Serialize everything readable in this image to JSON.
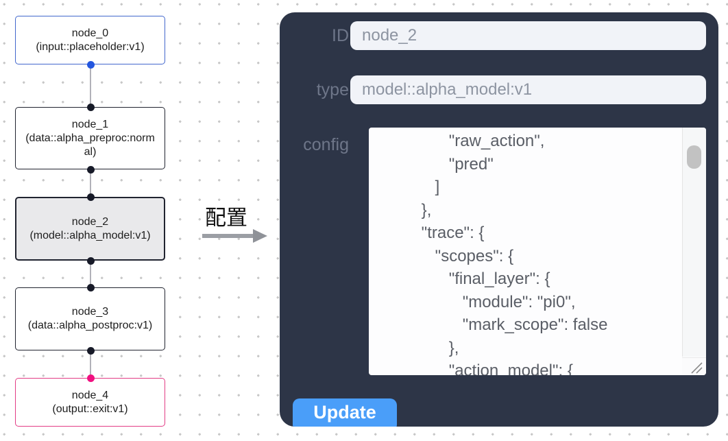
{
  "flow": {
    "nodes": [
      {
        "title": "node_0",
        "type_label": "(input::placeholder:v1)",
        "kind": "input",
        "selected": false
      },
      {
        "title": "node_1",
        "type_label": "(data::alpha_preproc:normal)",
        "kind": "default",
        "selected": false
      },
      {
        "title": "node_2",
        "type_label": "(model::alpha_model:v1)",
        "kind": "default",
        "selected": true
      },
      {
        "title": "node_3",
        "type_label": "(data::alpha_postproc:v1)",
        "kind": "default",
        "selected": false
      },
      {
        "title": "node_4",
        "type_label": "(output::exit:v1)",
        "kind": "output",
        "selected": false
      }
    ]
  },
  "annotation": {
    "label": "配置"
  },
  "panel": {
    "fields": [
      {
        "label": "ID",
        "value": "node_2"
      },
      {
        "label": "type",
        "value": "model::alpha_model:v1"
      },
      {
        "label": "config",
        "value": "                \"raw_action\",\n                \"pred\"\n             ]\n          },\n          \"trace\": {\n             \"scopes\": {\n                \"final_layer\": {\n                   \"module\": \"pi0\",\n                   \"mark_scope\": false\n                },\n                \"action_model\": {"
      }
    ],
    "update_label": "Update"
  },
  "colors": {
    "panel_bg": "#2d3547",
    "accent_button": "#4a9ef9",
    "input_node_border": "#4267cd",
    "input_handle": "#2356df",
    "output_node_border": "#e23c85",
    "output_handle": "#f01080",
    "default_node_border": "#20232f",
    "edge": "#b2b2b9",
    "selected_node_bg": "#e9e9eb"
  }
}
